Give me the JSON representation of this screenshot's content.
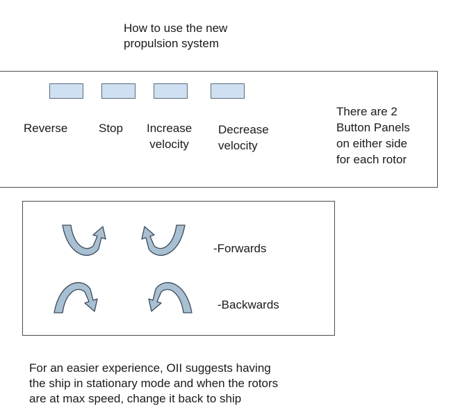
{
  "title": {
    "line1": "How to use the new",
    "line2": "propulsion system"
  },
  "buttons": [
    {
      "label_lines": [
        "Reverse"
      ]
    },
    {
      "label_lines": [
        "Stop"
      ]
    },
    {
      "label_lines": [
        "Increase",
        "velocity"
      ]
    },
    {
      "label_lines": [
        "Decrease",
        "velocity"
      ]
    }
  ],
  "panel_note": {
    "lines": [
      "There are 2",
      "Button Panels",
      "on either side",
      "for each rotor"
    ]
  },
  "rotation_legend": {
    "forwards_label": "-Forwards",
    "backwards_label": "-Backwards"
  },
  "footer_note": {
    "lines": [
      "For an easier experience, OII suggests having",
      "the ship in stationary mode and when the rotors",
      "are at max speed, change it back to ship"
    ]
  },
  "colors": {
    "button_fill": "#cfe0f2",
    "arrow_fill": "#a9bfd2",
    "border": "#4a4a4a"
  }
}
